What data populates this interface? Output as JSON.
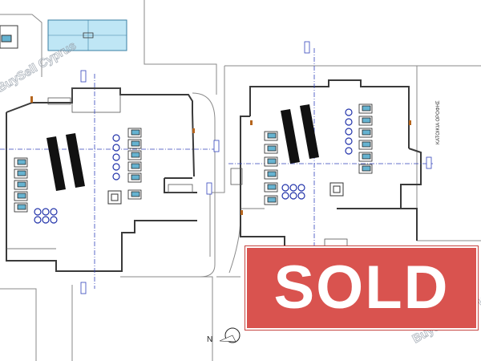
{
  "watermark": {
    "text_left": "BuySell Cyprus",
    "text_right": "BuySell Cyprus"
  },
  "street_label": "ΚΑΤΟΙΚΙΑ ΟΡΟΦΗΣ",
  "north_label": "N",
  "badge": {
    "text": "SOLD",
    "color": "#d9534f"
  },
  "colors": {
    "wall": "#3a3a3a",
    "axis": "#3344bb",
    "panel": "#66b3d1",
    "solar": "#111111",
    "site": "#8a8a8a",
    "door": "#b5651d"
  },
  "icons": [
    "compass-icon",
    "parking-space-icon",
    "motorbike-space-icon",
    "solar-panel-icon",
    "section-marker-icon"
  ]
}
